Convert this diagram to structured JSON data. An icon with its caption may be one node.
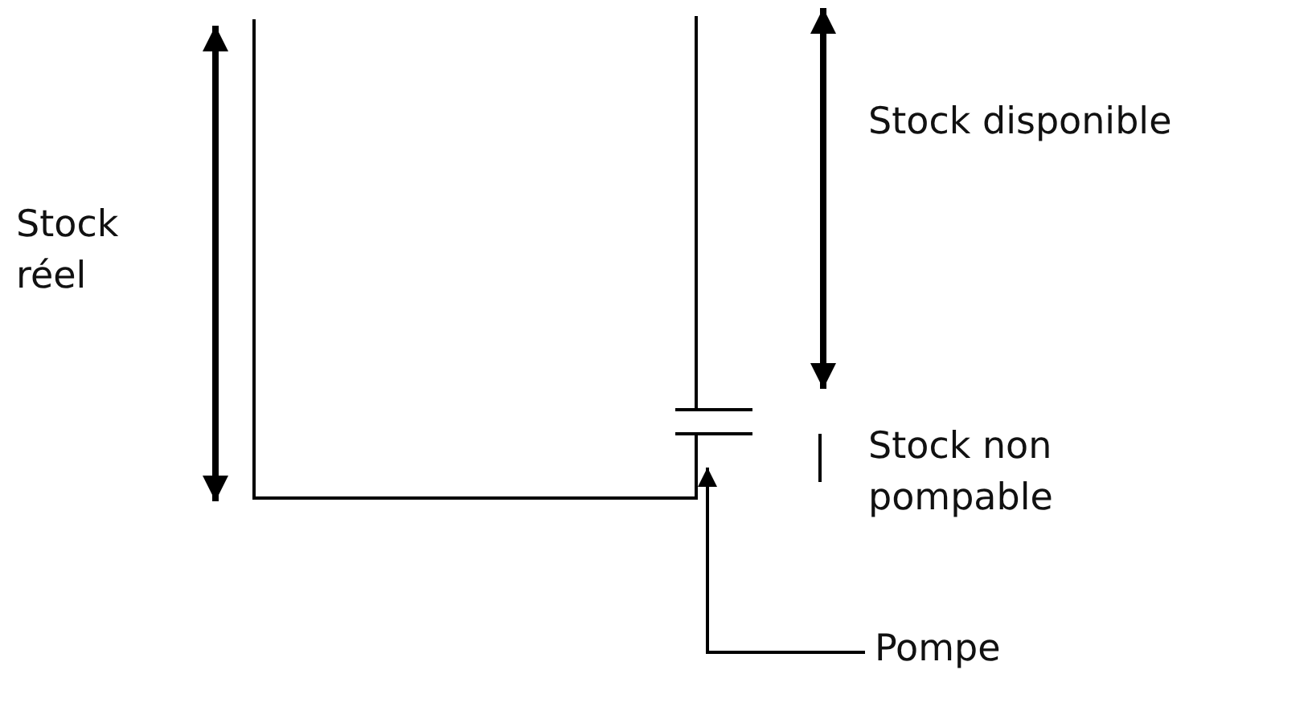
{
  "diagram": {
    "nodes": [
      {
        "text": [
          "Pompe"
        ]
      },
      {
        "text": [],
        "shape": "bar"
      }
    ],
    "edges": [
      {
        "from": 0,
        "to": 1,
        "arrow": "to"
      }
    ],
    "labels": [
      "Stock réel",
      "Stock disponible",
      "Stock non pompable"
    ]
  }
}
